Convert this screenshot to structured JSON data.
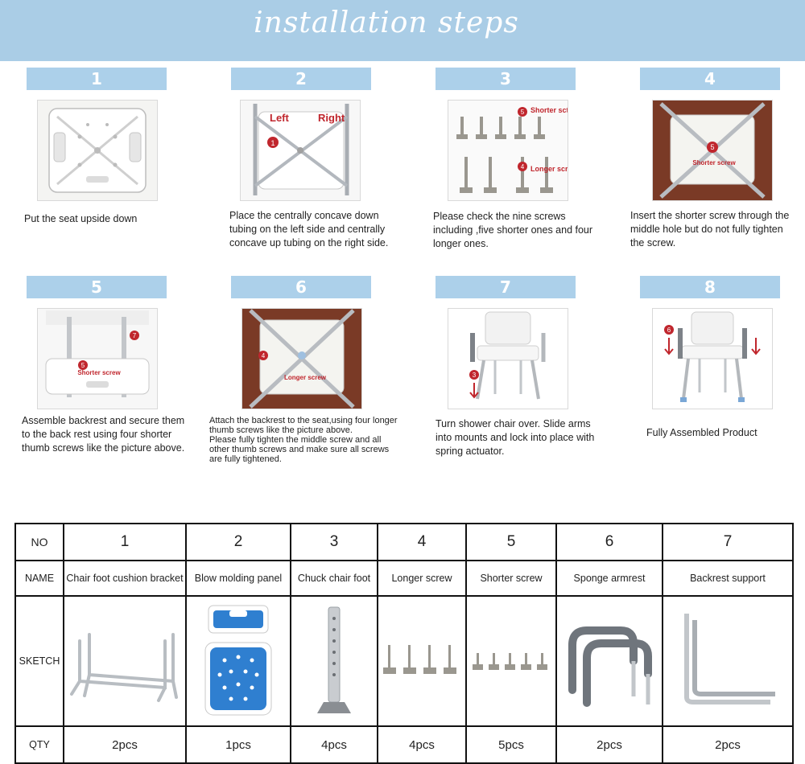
{
  "title": "installation steps",
  "steps": [
    {
      "num": "1",
      "text": "Put the seat upside down"
    },
    {
      "num": "2",
      "text": "Place the centrally concave down tubing on the left side and centrally concave up tubing on the right side.",
      "labels": [
        "Left",
        "Right",
        "1"
      ]
    },
    {
      "num": "3",
      "text": "Please check the nine screws including ,five shorter ones and four longer ones.",
      "labels": [
        "5",
        "Shorter sctew",
        "4",
        "Longer screw"
      ]
    },
    {
      "num": "4",
      "text": "Insert the shorter screw through the middle hole but do not fully tighten the screw.",
      "labels": [
        "5",
        "Shorter screw"
      ]
    },
    {
      "num": "5",
      "text": "Assemble backrest and secure them to the back rest using four shorter thumb screws like the picture above.",
      "labels": [
        "7",
        "5",
        "Shorter screw"
      ]
    },
    {
      "num": "6",
      "text": "Attach the backrest to the seat,using four longer thumb screws like the picture above.",
      "text2": "Please fully tighten the middle screw and all other thumb screws and make sure all screws are fully tightened.",
      "labels": [
        "4",
        "Longer screw"
      ]
    },
    {
      "num": "7",
      "text": "Turn shower chair over. Slide arms into mounts and lock into place with spring actuator.",
      "labels": [
        "3"
      ]
    },
    {
      "num": "8",
      "text": "Fully Assembled Product",
      "labels": [
        "6"
      ]
    }
  ],
  "table": {
    "row_labels": {
      "no": "NO",
      "name": "NAME",
      "sketch": "SKETCH",
      "qty": "QTY"
    },
    "parts": [
      {
        "no": "1",
        "name": "Chair foot cushion bracket",
        "qty": "2pcs"
      },
      {
        "no": "2",
        "name": "Blow molding panel",
        "qty": "1pcs"
      },
      {
        "no": "3",
        "name": "Chuck chair foot",
        "qty": "4pcs"
      },
      {
        "no": "4",
        "name": "Longer screw",
        "qty": "4pcs"
      },
      {
        "no": "5",
        "name": "Shorter screw",
        "qty": "5pcs"
      },
      {
        "no": "6",
        "name": "Sponge armrest",
        "qty": "2pcs"
      },
      {
        "no": "7",
        "name": "Backrest support",
        "qty": "2pcs"
      }
    ]
  },
  "colors": {
    "banner": "#aacde6",
    "step_header": "#acd0ea",
    "annotation_red": "#c0262d",
    "panel_blue": "#2f7fd0"
  }
}
